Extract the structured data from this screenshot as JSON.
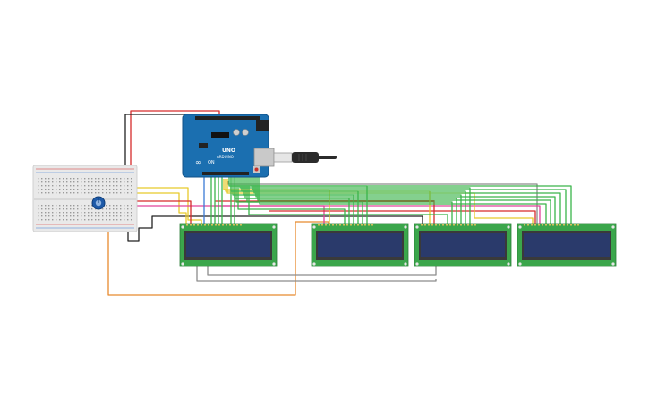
{
  "arduino": {
    "brand": "UNO",
    "model_text": "ARDUINO",
    "on_label": "ON",
    "logo_text": "∞"
  },
  "lcd_count": 4,
  "colors": {
    "board": "#1b6fb0",
    "pcb_green": "#3ba64b",
    "lcd_screen": "#2a3a6b",
    "breadboard": "#e9e9e9",
    "wire_red": "#d62b2b",
    "wire_black": "#222222",
    "wire_yellow": "#e8c92b",
    "wire_green": "#3ab54a",
    "wire_orange": "#e88a2e",
    "wire_gray": "#8c8c8c",
    "wire_pink": "#e0439a",
    "wire_blue": "#3a7bd5"
  }
}
